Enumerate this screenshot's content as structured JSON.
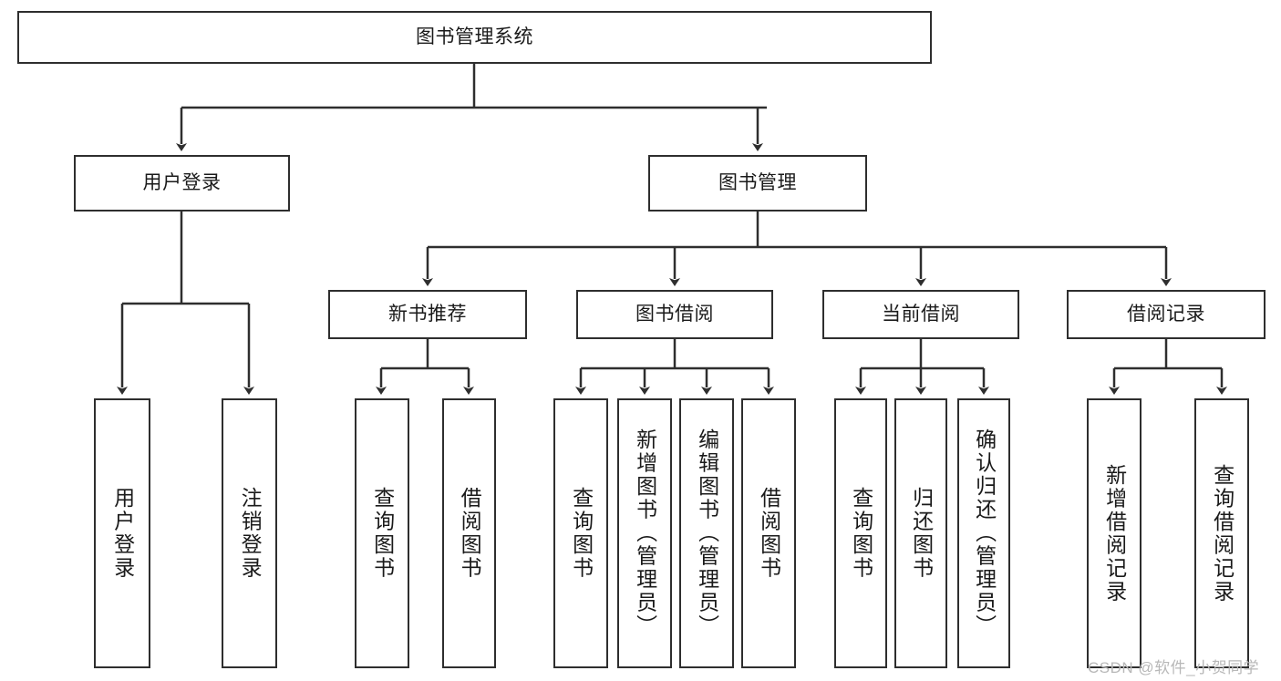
{
  "diagram": {
    "title_node": {
      "label": "图书管理系统"
    },
    "level2": [
      {
        "label": "用户登录"
      },
      {
        "label": "图书管理"
      }
    ],
    "level3": [
      {
        "label": "新书推荐"
      },
      {
        "label": "图书借阅"
      },
      {
        "label": "当前借阅"
      },
      {
        "label": "借阅记录"
      }
    ],
    "leaves": {
      "user_login": [
        {
          "label": "用户登录"
        },
        {
          "label": "注销登录"
        }
      ],
      "new_book_recommend": [
        {
          "label": "查询图书"
        },
        {
          "label": "借阅图书"
        }
      ],
      "book_borrow": [
        {
          "label": "查询图书"
        },
        {
          "label": "新增图书（管理员）"
        },
        {
          "label": "编辑图书（管理员）"
        },
        {
          "label": "借阅图书"
        }
      ],
      "current_borrow": [
        {
          "label": "查询图书"
        },
        {
          "label": "归还图书"
        },
        {
          "label": "确认归还（管理员）"
        }
      ],
      "borrow_records": [
        {
          "label": "新增借阅记录"
        },
        {
          "label": "查询借阅记录"
        }
      ]
    }
  },
  "watermark": {
    "text": "CSDN @软件_小贺同学"
  },
  "colors": {
    "stroke": "#2e2e2e",
    "background": "#ffffff",
    "text": "#1a1a1a",
    "watermark": "#b8b8b8"
  }
}
